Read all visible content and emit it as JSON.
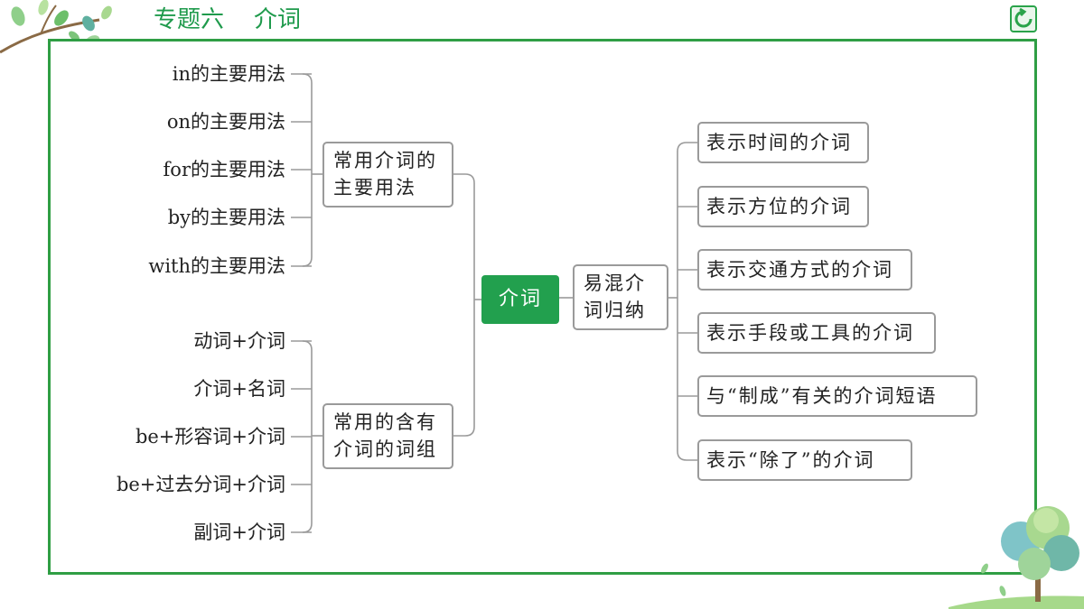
{
  "header": {
    "title": "专题六    介词"
  },
  "diagram": {
    "center": "介词",
    "left_top": {
      "label_line1": "常用介词的",
      "label_line2": "主要用法",
      "leaves": [
        "in的主要用法",
        "on的主要用法",
        "for的主要用法",
        "by的主要用法",
        "with的主要用法"
      ]
    },
    "left_bottom": {
      "label_line1": "常用的含有",
      "label_line2": "介词的词组",
      "leaves": [
        "动词+介词",
        "介词+名词",
        "be+形容词+介词",
        "be+过去分词+介词",
        "副词+介词"
      ]
    },
    "right": {
      "label_line1": "易混介",
      "label_line2": "词归纳",
      "leaves": [
        "表示时间的介词",
        "表示方位的介词",
        "表示交通方式的介词",
        "表示手段或工具的介词",
        "与“制成”有关的介词短语",
        "表示“除了”的介词"
      ]
    }
  },
  "colors": {
    "accent": "#22a04e",
    "frame": "#2f9e44",
    "line": "#9a9a9a"
  },
  "icons": {
    "back": "refresh-back-icon",
    "decor_top": "branch-leaves-icon",
    "decor_bottom": "tree-icon"
  }
}
